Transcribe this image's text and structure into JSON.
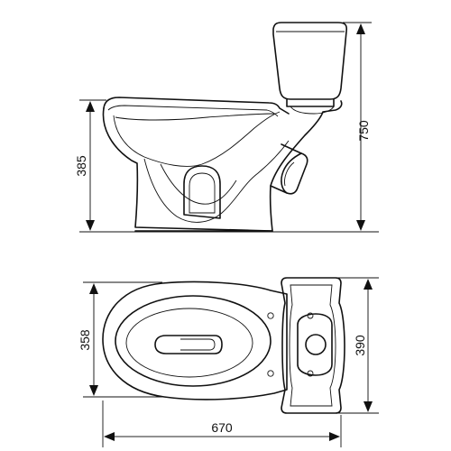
{
  "dimensions": {
    "seat_height": "385",
    "total_height": "750",
    "bowl_width": "358",
    "tank_width": "390",
    "total_length": "670"
  }
}
